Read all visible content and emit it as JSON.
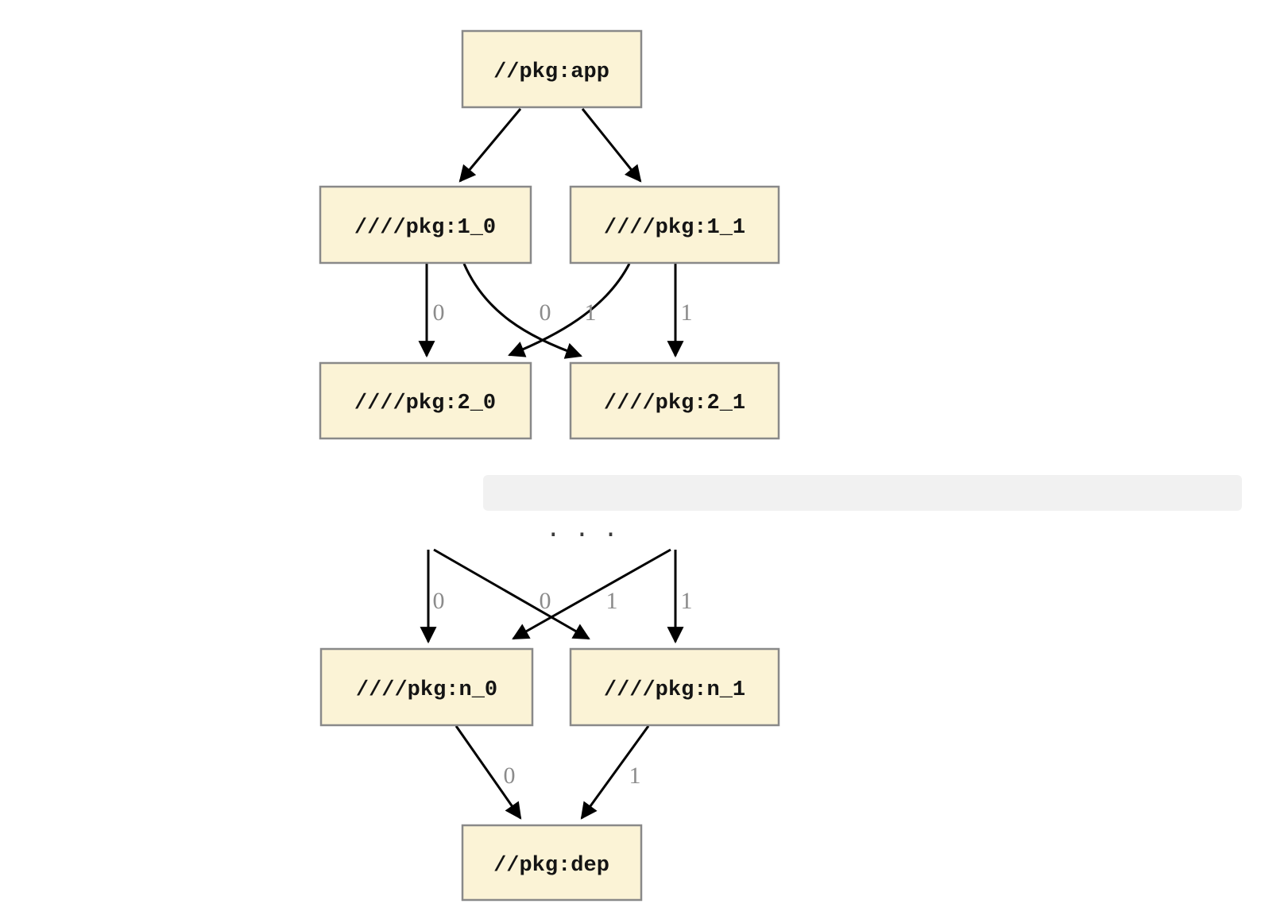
{
  "diagram": {
    "type": "dependency-graph",
    "ellipsis_text": ". . .",
    "colors": {
      "node_fill": "#fbf3d6",
      "node_border": "#898989",
      "node_text": "#141414",
      "edge": "#000000",
      "edge_label": "#8b8b8b",
      "code_block_bg": "#f1f1f1",
      "code_text": "#3b3b3b"
    },
    "nodes": [
      {
        "id": "app",
        "label": "//pkg:app"
      },
      {
        "id": "1_0",
        "label": "////pkg:1_0"
      },
      {
        "id": "1_1",
        "label": "////pkg:1_1"
      },
      {
        "id": "2_0",
        "label": "////pkg:2_0"
      },
      {
        "id": "2_1",
        "label": "////pkg:2_1"
      },
      {
        "id": "n_0",
        "label": "////pkg:n_0"
      },
      {
        "id": "n_1",
        "label": "////pkg:n_1"
      },
      {
        "id": "dep",
        "label": "//pkg:dep"
      }
    ],
    "edges": [
      {
        "from": "app",
        "to": "1_0",
        "label": ""
      },
      {
        "from": "app",
        "to": "1_1",
        "label": ""
      },
      {
        "from": "1_0",
        "to": "2_0",
        "label": "0"
      },
      {
        "from": "1_0",
        "to": "2_1",
        "label": "0"
      },
      {
        "from": "1_1",
        "to": "2_0",
        "label": "1"
      },
      {
        "from": "1_1",
        "to": "2_1",
        "label": "1"
      },
      {
        "from": "…",
        "to": "n_0",
        "label": "0"
      },
      {
        "from": "…",
        "to": "n_1",
        "label": "0"
      },
      {
        "from": "…",
        "to": "n_0",
        "label": "1"
      },
      {
        "from": "…",
        "to": "n_1",
        "label": "1"
      },
      {
        "from": "n_0",
        "to": "dep",
        "label": "0"
      },
      {
        "from": "n_1",
        "to": "dep",
        "label": "1"
      }
    ]
  }
}
